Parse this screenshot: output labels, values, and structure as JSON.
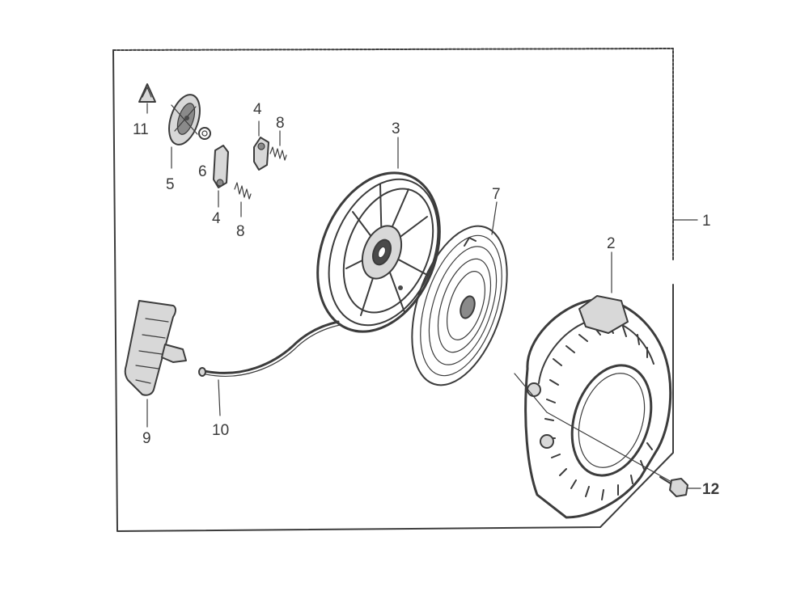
{
  "callouts": {
    "c1": "1",
    "c2": "2",
    "c3": "3",
    "c4a": "4",
    "c4b": "4",
    "c5": "5",
    "c6": "6",
    "c7": "7",
    "c8a": "8",
    "c8b": "8",
    "c9": "9",
    "c10": "10",
    "c11": "11",
    "c12": "12"
  }
}
